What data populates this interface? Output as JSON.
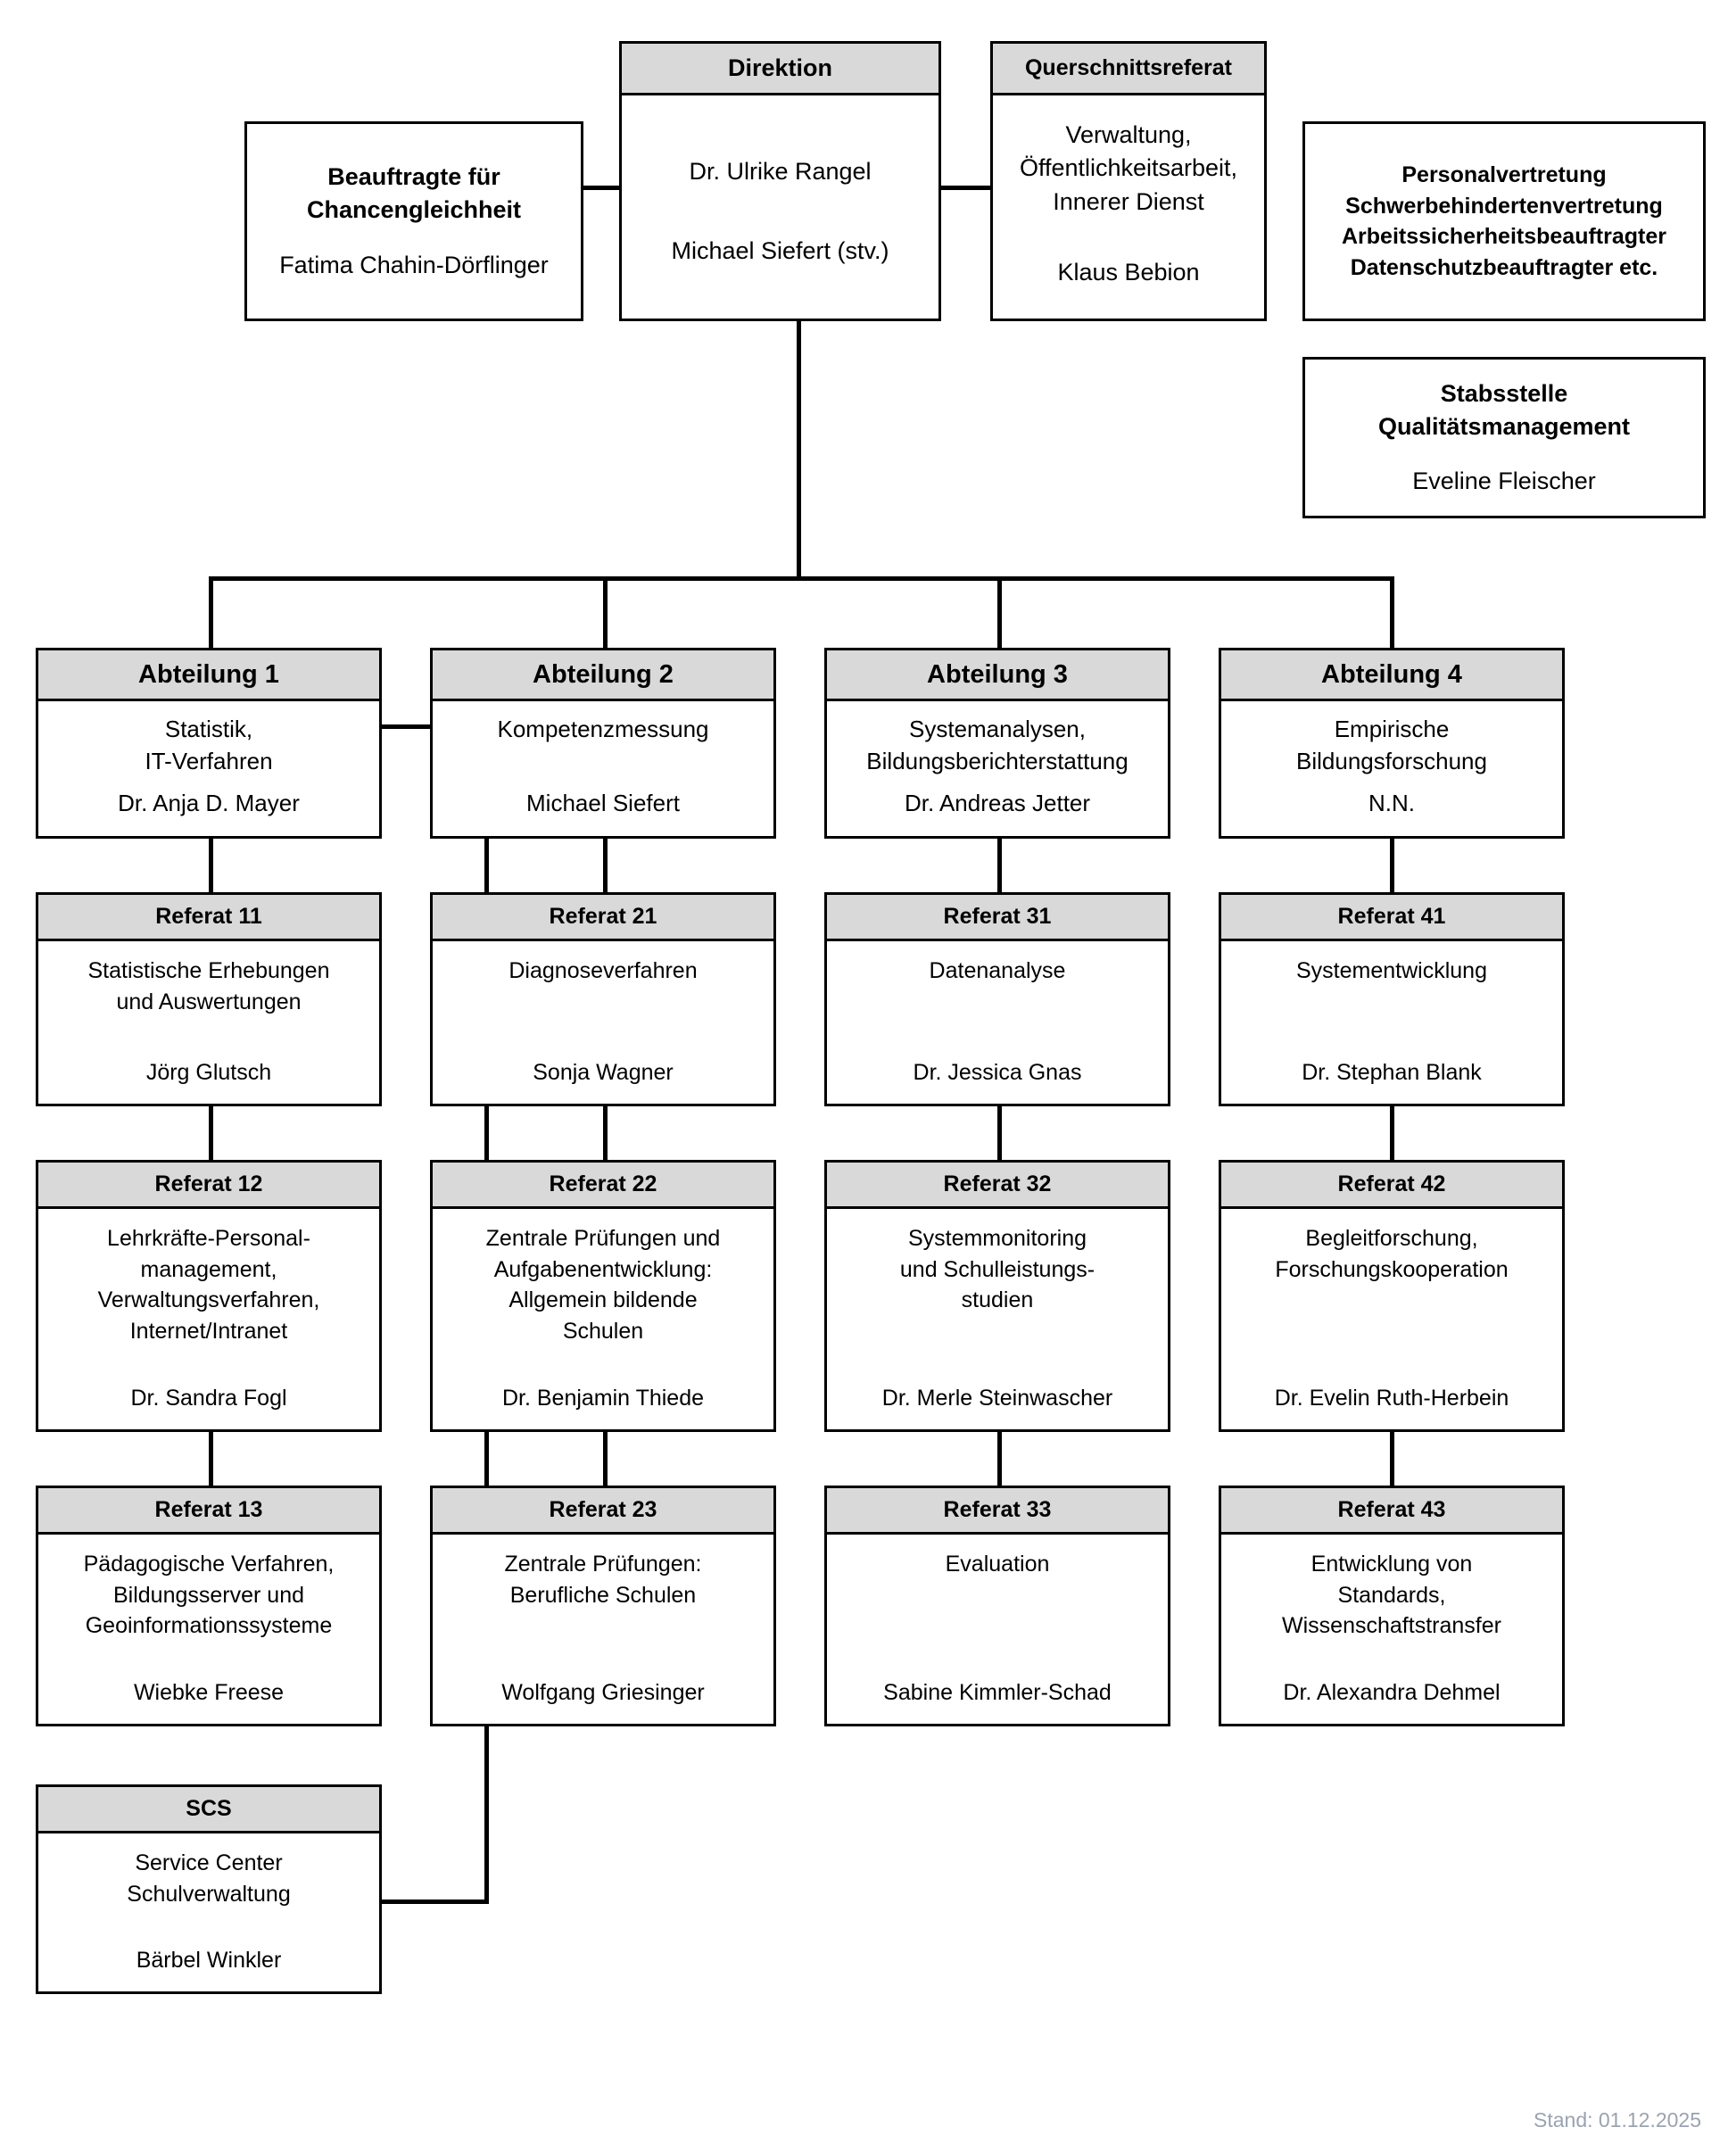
{
  "chart": {
    "type": "org-chart",
    "footer_note": "Stand: 01.12.2025"
  },
  "direktion": {
    "header": "Direktion",
    "person_1": "Dr. Ulrike Rangel",
    "person_2": "Michael Siefert (stv.)"
  },
  "chancengleichheit": {
    "title_line_1": "Beauftragte für",
    "title_line_2": "Chancengleichheit",
    "person": "Fatima Chahin-Dörflinger"
  },
  "querschnittsreferat": {
    "header": "Querschnittsreferat",
    "task_line_1": "Verwaltung,",
    "task_line_2": "Öffentlichkeitsarbeit,",
    "task_line_3": "Innerer Dienst",
    "person": "Klaus Bebion"
  },
  "vertretungen": {
    "line_1": "Personalvertretung",
    "line_2": "Schwerbehindertenvertretung",
    "line_3": "Arbeitssicherheitsbeauftragter",
    "line_4": "Datenschutzbeauftragter etc."
  },
  "stabsstelle": {
    "title_line_1": "Stabsstelle",
    "title_line_2": "Qualitätsmanagement",
    "person": "Eveline Fleischer"
  },
  "abteilungen": [
    {
      "header": "Abteilung 1",
      "task_line_1": "Statistik,",
      "task_line_2": "IT-Verfahren",
      "person": "Dr. Anja D. Mayer"
    },
    {
      "header": "Abteilung 2",
      "task_line_1": "Kompetenzmessung",
      "task_line_2": "",
      "person": "Michael Siefert"
    },
    {
      "header": "Abteilung 3",
      "task_line_1": "Systemanalysen,",
      "task_line_2": "Bildungsberichterstattung",
      "person": "Dr. Andreas Jetter"
    },
    {
      "header": "Abteilung 4",
      "task_line_1": "Empirische",
      "task_line_2": "Bildungsforschung",
      "person": "N.N."
    }
  ],
  "referate": {
    "row_1": [
      {
        "header": "Referat 11",
        "task_line_1": "Statistische Erhebungen",
        "task_line_2": "und Auswertungen",
        "task_line_3": "",
        "task_line_4": "",
        "person": "Jörg Glutsch"
      },
      {
        "header": "Referat 21",
        "task_line_1": "Diagnoseverfahren",
        "task_line_2": "",
        "task_line_3": "",
        "task_line_4": "",
        "person": "Sonja Wagner"
      },
      {
        "header": "Referat 31",
        "task_line_1": "Datenanalyse",
        "task_line_2": "",
        "task_line_3": "",
        "task_line_4": "",
        "person": "Dr. Jessica Gnas"
      },
      {
        "header": "Referat 41",
        "task_line_1": "Systementwicklung",
        "task_line_2": "",
        "task_line_3": "",
        "task_line_4": "",
        "person": "Dr. Stephan Blank"
      }
    ],
    "row_2": [
      {
        "header": "Referat 12",
        "task_line_1": "Lehrkräfte-Personal-",
        "task_line_2": "management,",
        "task_line_3": "Verwaltungsverfahren,",
        "task_line_4": "Internet/Intranet",
        "person": "Dr. Sandra Fogl"
      },
      {
        "header": "Referat 22",
        "task_line_1": "Zentrale Prüfungen und",
        "task_line_2": "Aufgabenentwicklung:",
        "task_line_3": "Allgemein bildende",
        "task_line_4": "Schulen",
        "person": "Dr. Benjamin Thiede"
      },
      {
        "header": "Referat 32",
        "task_line_1": "Systemmonitoring",
        "task_line_2": "und Schulleistungs-",
        "task_line_3": "studien",
        "task_line_4": "",
        "person": "Dr. Merle Steinwascher"
      },
      {
        "header": "Referat 42",
        "task_line_1": "Begleitforschung,",
        "task_line_2": "Forschungskooperation",
        "task_line_3": "",
        "task_line_4": "",
        "person": "Dr. Evelin Ruth-Herbein"
      }
    ],
    "row_3": [
      {
        "header": "Referat 13",
        "task_line_1": "Pädagogische Verfahren,",
        "task_line_2": "Bildungsserver und",
        "task_line_3": "Geoinformationssysteme",
        "task_line_4": "",
        "person": "Wiebke Freese"
      },
      {
        "header": "Referat 23",
        "task_line_1": "Zentrale Prüfungen:",
        "task_line_2": "Berufliche Schulen",
        "task_line_3": "",
        "task_line_4": "",
        "person": "Wolfgang Griesinger"
      },
      {
        "header": "Referat 33",
        "task_line_1": "Evaluation",
        "task_line_2": "",
        "task_line_3": "",
        "task_line_4": "",
        "person": "Sabine Kimmler-Schad"
      },
      {
        "header": "Referat 43",
        "task_line_1": "Entwicklung von",
        "task_line_2": "Standards,",
        "task_line_3": "Wissenschaftstransfer",
        "task_line_4": "",
        "person": "Dr. Alexandra Dehmel"
      }
    ]
  },
  "scs": {
    "header": "SCS",
    "task_line_1": "Service Center",
    "task_line_2": "Schulverwaltung",
    "person": "Bärbel Winkler"
  },
  "colors": {
    "header_fill": "#d9d9d9",
    "border": "#000000",
    "footer_text": "#9aa3b0",
    "background": "#ffffff"
  }
}
